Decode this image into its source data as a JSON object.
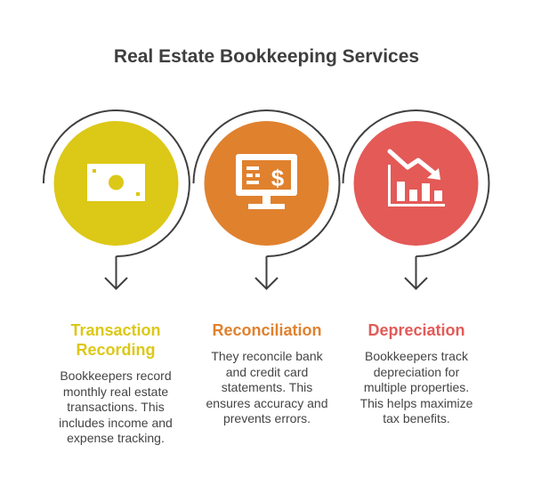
{
  "title": "Real Estate Bookkeeping Services",
  "colors": {
    "yellow": "#dcc816",
    "orange": "#e0812e",
    "red": "#e35a57",
    "ring": "#3f3f3f",
    "text": "#444444"
  },
  "steps": [
    {
      "icon": "money-bill-icon",
      "heading": "Transaction Recording",
      "description": "Bookkeepers record monthly real estate transactions. This includes income and expense tracking."
    },
    {
      "icon": "monitor-dollar-icon",
      "heading": "Reconciliation",
      "description": "They reconcile bank and credit card statements. This ensures accuracy and prevents errors."
    },
    {
      "icon": "declining-chart-icon",
      "heading": "Depreciation",
      "description": "Bookkeepers track depreciation for multiple properties. This helps maximize tax benefits."
    }
  ]
}
